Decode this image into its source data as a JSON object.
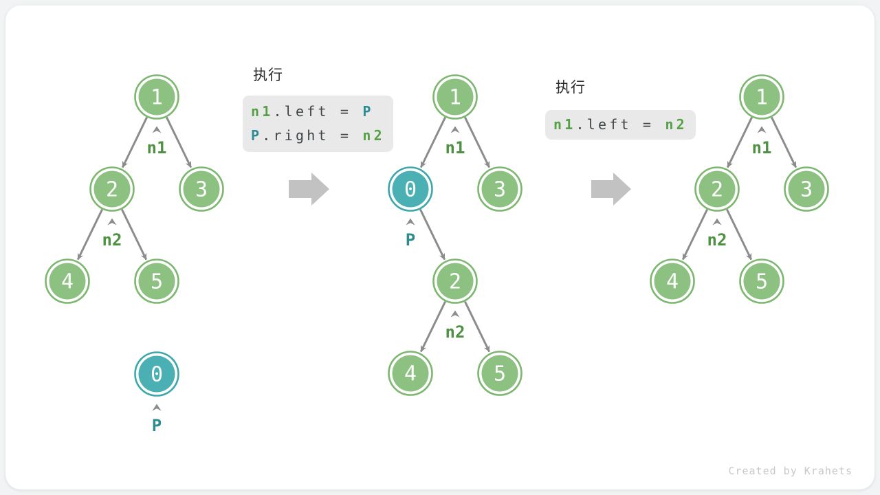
{
  "watermark": "Created by Krahets",
  "colors": {
    "background": "#f2f3f4",
    "card": "#ffffff",
    "node_green_fill": "#8dc181",
    "node_green_border": "#7cb66f",
    "node_teal_fill": "#4bb0b4",
    "node_teal_border": "#3ca7ab",
    "edge_gray": "#8c8c8c",
    "pointer_green": "#4e9142",
    "pointer_teal": "#2e8b8e",
    "code_background": "#e9e9e9",
    "code_plain": "#3e4347",
    "code_green": "#56a046",
    "code_teal": "#2e8b93",
    "big_arrow_gray": "#c2c2c2"
  },
  "trees": [
    {
      "nodes": [
        {
          "value": "1"
        },
        {
          "value": "2"
        },
        {
          "value": "3"
        },
        {
          "value": "4"
        },
        {
          "value": "5"
        },
        {
          "value": "0"
        }
      ],
      "pointers": [
        {
          "label": "n1"
        },
        {
          "label": "n2"
        },
        {
          "label": "P"
        }
      ]
    },
    {
      "nodes": [
        {
          "value": "1"
        },
        {
          "value": "0"
        },
        {
          "value": "3"
        },
        {
          "value": "2"
        },
        {
          "value": "4"
        },
        {
          "value": "5"
        }
      ],
      "pointers": [
        {
          "label": "n1"
        },
        {
          "label": "P"
        },
        {
          "label": "n2"
        }
      ]
    },
    {
      "nodes": [
        {
          "value": "1"
        },
        {
          "value": "2"
        },
        {
          "value": "3"
        },
        {
          "value": "4"
        },
        {
          "value": "5"
        }
      ],
      "pointers": [
        {
          "label": "n1"
        },
        {
          "label": "n2"
        }
      ]
    }
  ],
  "code_boxes": [
    {
      "title": "执行",
      "lines": [
        {
          "segments": [
            {
              "text": "n1"
            },
            {
              "text": ".left = "
            },
            {
              "text": "P"
            }
          ]
        },
        {
          "segments": [
            {
              "text": "P"
            },
            {
              "text": ".right = "
            },
            {
              "text": "n2"
            }
          ]
        }
      ]
    },
    {
      "title": "执行",
      "lines": [
        {
          "segments": [
            {
              "text": "n1"
            },
            {
              "text": ".left = "
            },
            {
              "text": "n2"
            }
          ]
        }
      ]
    }
  ]
}
